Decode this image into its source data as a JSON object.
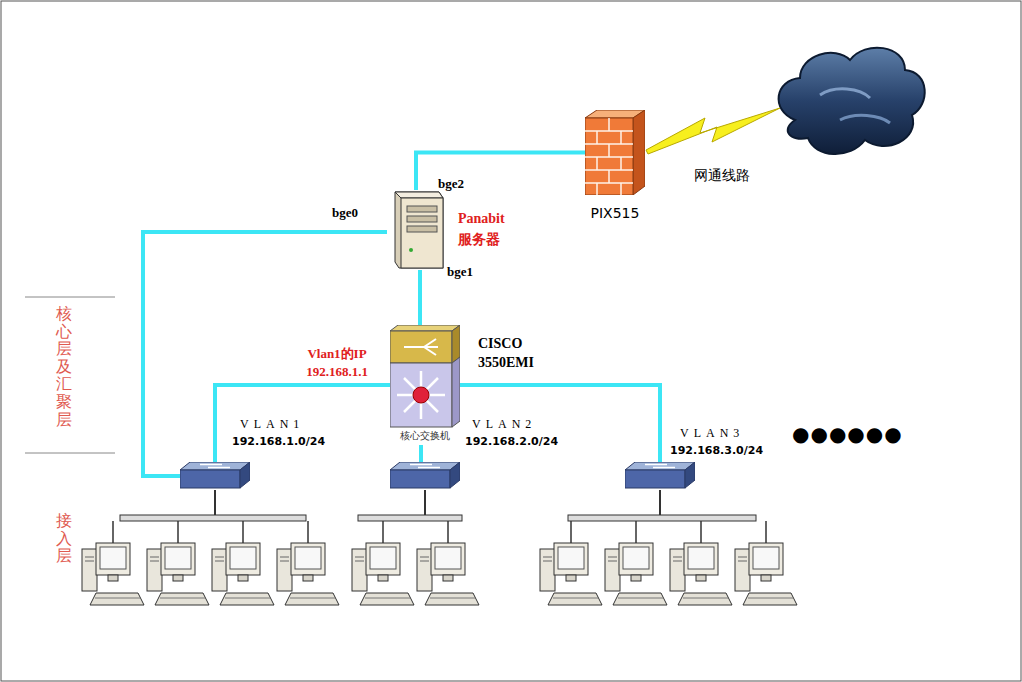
{
  "diagram": {
    "nodes": [
      {
        "text": [
          "Panabit 服务器"
        ]
      },
      {
        "text": [
          "PIX515"
        ]
      },
      {
        "text": [
          "CISCO 3550EMI",
          "核心交换机"
        ]
      },
      {
        "text": [
          "VLAN1",
          "192.168.1.0/24"
        ]
      },
      {
        "text": [
          "VLAN2",
          "192.168.2.0/24"
        ]
      },
      {
        "text": [
          "VLAN3",
          "192.168.3.0/24"
        ]
      }
    ],
    "edges": [
      {
        "from": 0,
        "to": 1,
        "arrow": "none"
      },
      {
        "from": 0,
        "to": 3,
        "arrow": "none"
      },
      {
        "from": 0,
        "to": 2,
        "arrow": "none"
      },
      {
        "from": 2,
        "to": 3,
        "label": "Vlan1的IP 192.168.1.1",
        "arrow": "none"
      },
      {
        "from": 2,
        "to": 4,
        "arrow": "none"
      },
      {
        "from": 2,
        "to": 5,
        "arrow": "none"
      }
    ],
    "labels": [
      "bge2",
      "bge0",
      "bge1",
      "网通线路",
      "核心层及汇聚层",
      "接入层",
      "●●●●●●"
    ]
  }
}
